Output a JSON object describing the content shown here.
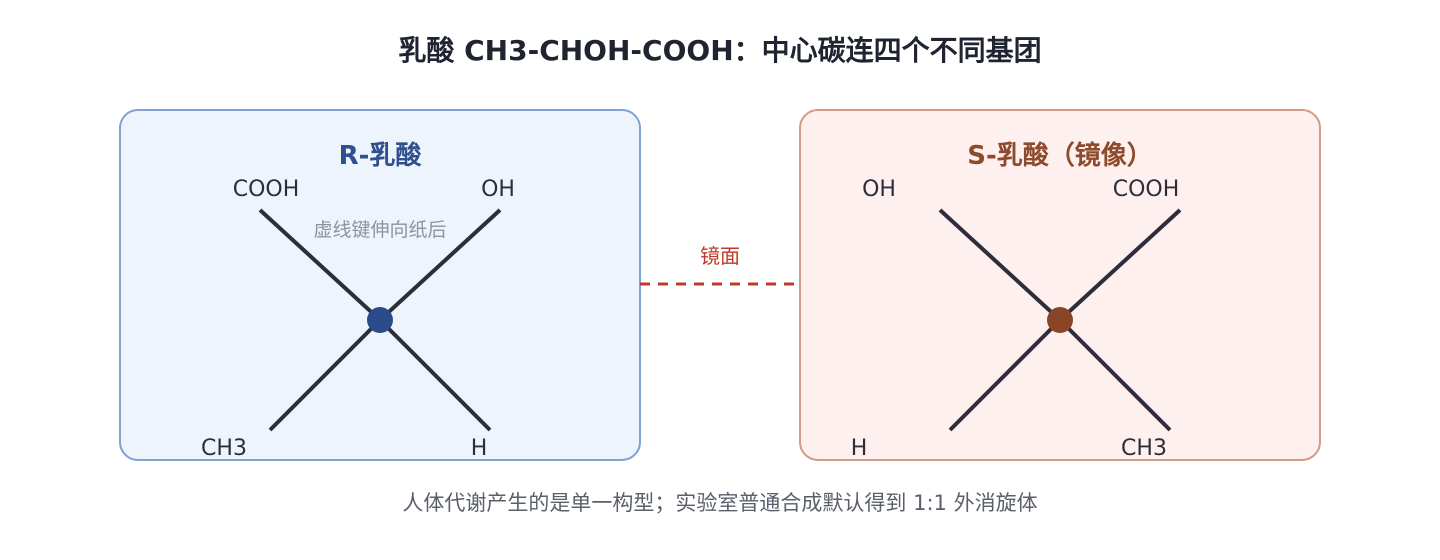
{
  "title": "乳酸 CH3-CHOH-COOH：中心碳连四个不同基团",
  "panels": [
    {
      "title": "R-乳酸",
      "groups": {
        "upper_left": "COOH",
        "upper_right": "OH",
        "lower_left": "CH3",
        "lower_right": "H"
      },
      "note": "虚线键伸向纸后"
    },
    {
      "title": "S-乳酸（镜像）",
      "groups": {
        "upper_left": "OH",
        "upper_right": "COOH",
        "lower_left": "H",
        "lower_right": "CH3"
      }
    }
  ],
  "mirror": {
    "label": "镜面"
  },
  "footer": "人体代谢产生的是单一构型；实验室普通合成默认得到 1:1 外消旋体",
  "colors": {
    "title": "#1f2430",
    "left_panel_fill": "#eef4fc",
    "left_panel_stroke": "#7fa2d2",
    "left_title": "#2f4f8f",
    "left_center": "#2b4a8a",
    "right_panel_fill": "#fdf0ee",
    "right_panel_stroke": "#d39a85",
    "right_title": "#8e4a2c",
    "right_center": "#8a4427",
    "bond": "#2e2e3a",
    "label": "#2e2e3a",
    "note": "#8e939c",
    "mirror": "#c0392b",
    "footer": "#5a5f6a"
  }
}
